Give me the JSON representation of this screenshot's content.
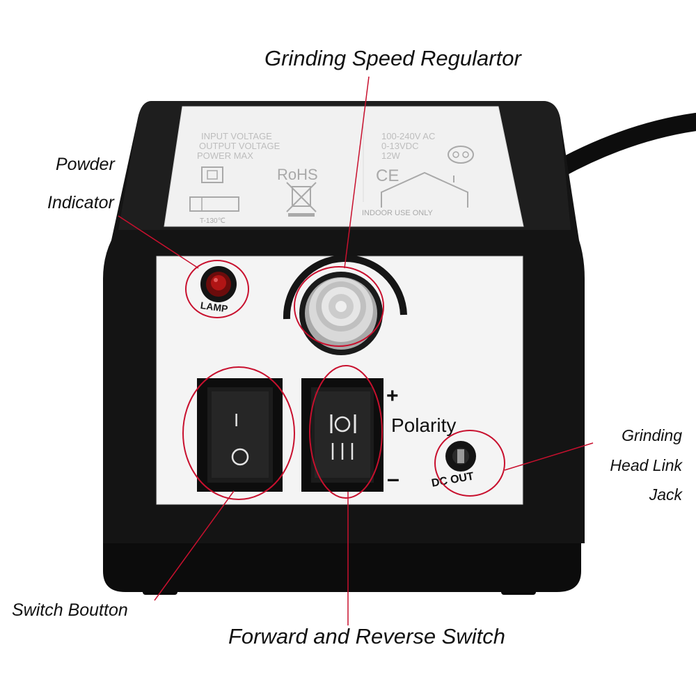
{
  "callouts": {
    "speed_regulator": "Grinding Speed Regulartor",
    "powder_indicator_line1": "Powder",
    "powder_indicator_line2": "Indicator",
    "grinding_head_line1": "Grinding",
    "grinding_head_line2": "Head Link",
    "grinding_head_line3": "Jack",
    "switch_button": "Switch Boutton",
    "forward_reverse": "Forward and Reverse Switch"
  },
  "label_plate": {
    "input_voltage_label": "INPUT VOLTAGE",
    "input_voltage_value": "100-240V AC",
    "output_voltage_label": "OUTPUT VOLTAGE",
    "output_voltage_value": "0-13VDC",
    "power_max_label": "POWER MAX",
    "power_max_value": "12W",
    "rohs": "RoHS",
    "ce": "CE",
    "temp_rating": "T-130℃",
    "indoor": "INDOOR USE ONLY"
  },
  "panel": {
    "lamp": "LAMP",
    "plus": "+",
    "polarity": "Polarity",
    "minus": "–",
    "dc_out": "DC OUT",
    "switch_on": "I",
    "switch_off": "O"
  },
  "colors": {
    "body": "#141414",
    "plate": "#f1f1f1",
    "highlight_ring": "#c8102e",
    "lamp": "#b01515"
  },
  "icons": [
    "lamp-led-icon",
    "speed-knob-icon",
    "rocker-switch-icon",
    "polarity-switch-icon",
    "dc-jack-icon",
    "double-insulation-icon",
    "weee-bin-icon",
    "safety-transformer-icon",
    "house-icon"
  ]
}
